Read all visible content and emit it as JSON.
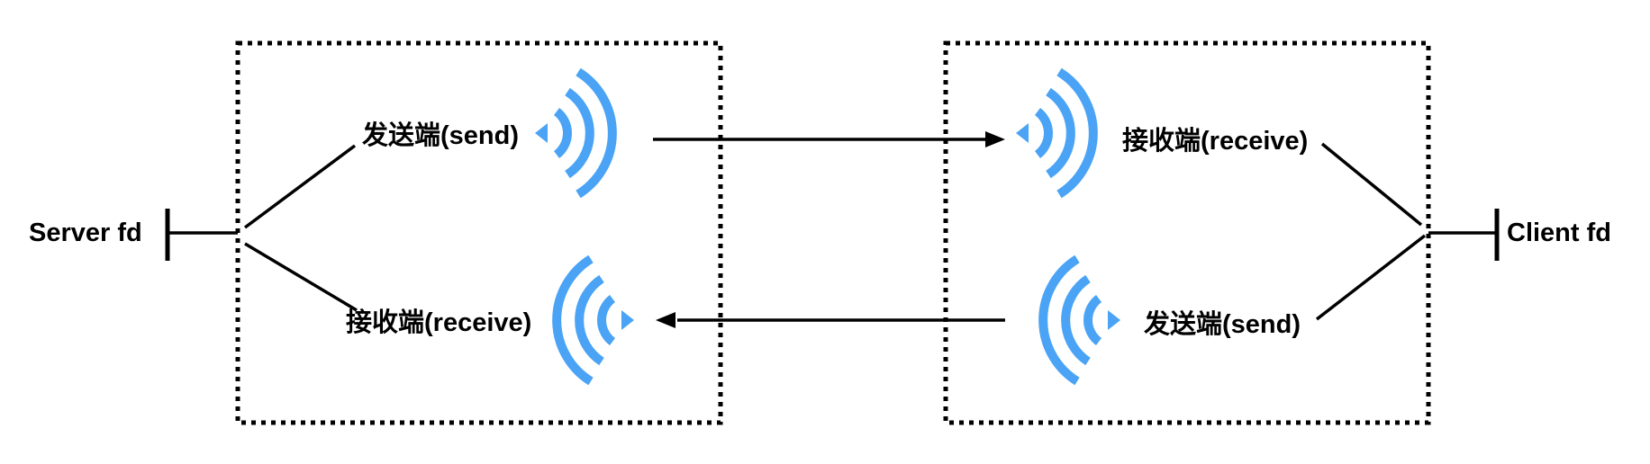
{
  "server": {
    "label": "Server fd"
  },
  "client": {
    "label": "Client fd"
  },
  "server_box": {
    "send_label": "发送端(send)",
    "receive_label": "接收端(receive)"
  },
  "client_box": {
    "send_label": "发送端(send)",
    "receive_label": "接收端(receive)"
  },
  "colors": {
    "wave": "#4aa3f5",
    "line": "#000000",
    "box_border": "#000000"
  },
  "icons": {
    "signal": "wifi-signal-icon",
    "arrow": "arrow-head-icon"
  }
}
